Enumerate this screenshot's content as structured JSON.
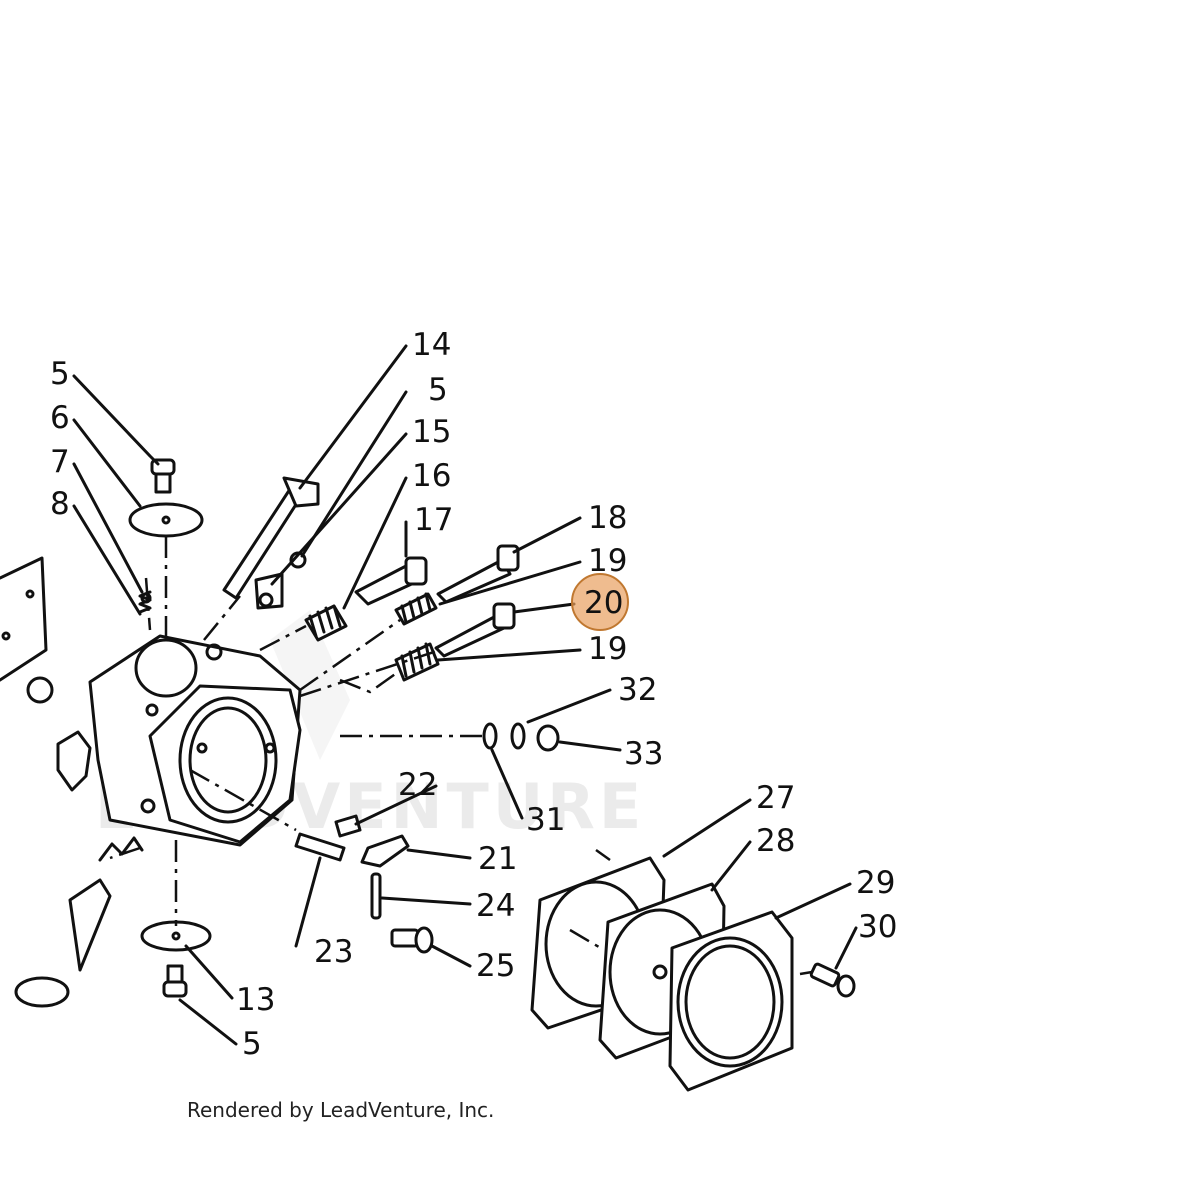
{
  "diagram": {
    "callouts": [
      {
        "id": "c14a",
        "text": "14"
      },
      {
        "id": "c5a",
        "text": "5"
      },
      {
        "id": "c5b",
        "text": "5"
      },
      {
        "id": "c6",
        "text": "6"
      },
      {
        "id": "c15",
        "text": "15"
      },
      {
        "id": "c7",
        "text": "7"
      },
      {
        "id": "c16",
        "text": "16"
      },
      {
        "id": "c8",
        "text": "8"
      },
      {
        "id": "c17",
        "text": "17"
      },
      {
        "id": "c18",
        "text": "18"
      },
      {
        "id": "c19a",
        "text": "19"
      },
      {
        "id": "c20",
        "text": "20"
      },
      {
        "id": "c19b",
        "text": "19"
      },
      {
        "id": "c32",
        "text": "32"
      },
      {
        "id": "c33",
        "text": "33"
      },
      {
        "id": "c22",
        "text": "22"
      },
      {
        "id": "c31",
        "text": "31"
      },
      {
        "id": "c27",
        "text": "27"
      },
      {
        "id": "c28",
        "text": "28"
      },
      {
        "id": "c21",
        "text": "21"
      },
      {
        "id": "c29",
        "text": "29"
      },
      {
        "id": "c24",
        "text": "24"
      },
      {
        "id": "c30",
        "text": "30"
      },
      {
        "id": "c23",
        "text": "23"
      },
      {
        "id": "c25",
        "text": "25"
      },
      {
        "id": "c13",
        "text": "13"
      },
      {
        "id": "c5c",
        "text": "5"
      }
    ],
    "highlighted_callout": "20",
    "highlight_color": "#e8a060",
    "watermark": "LEADVENTURE",
    "credit": "Rendered by LeadVenture, Inc."
  }
}
